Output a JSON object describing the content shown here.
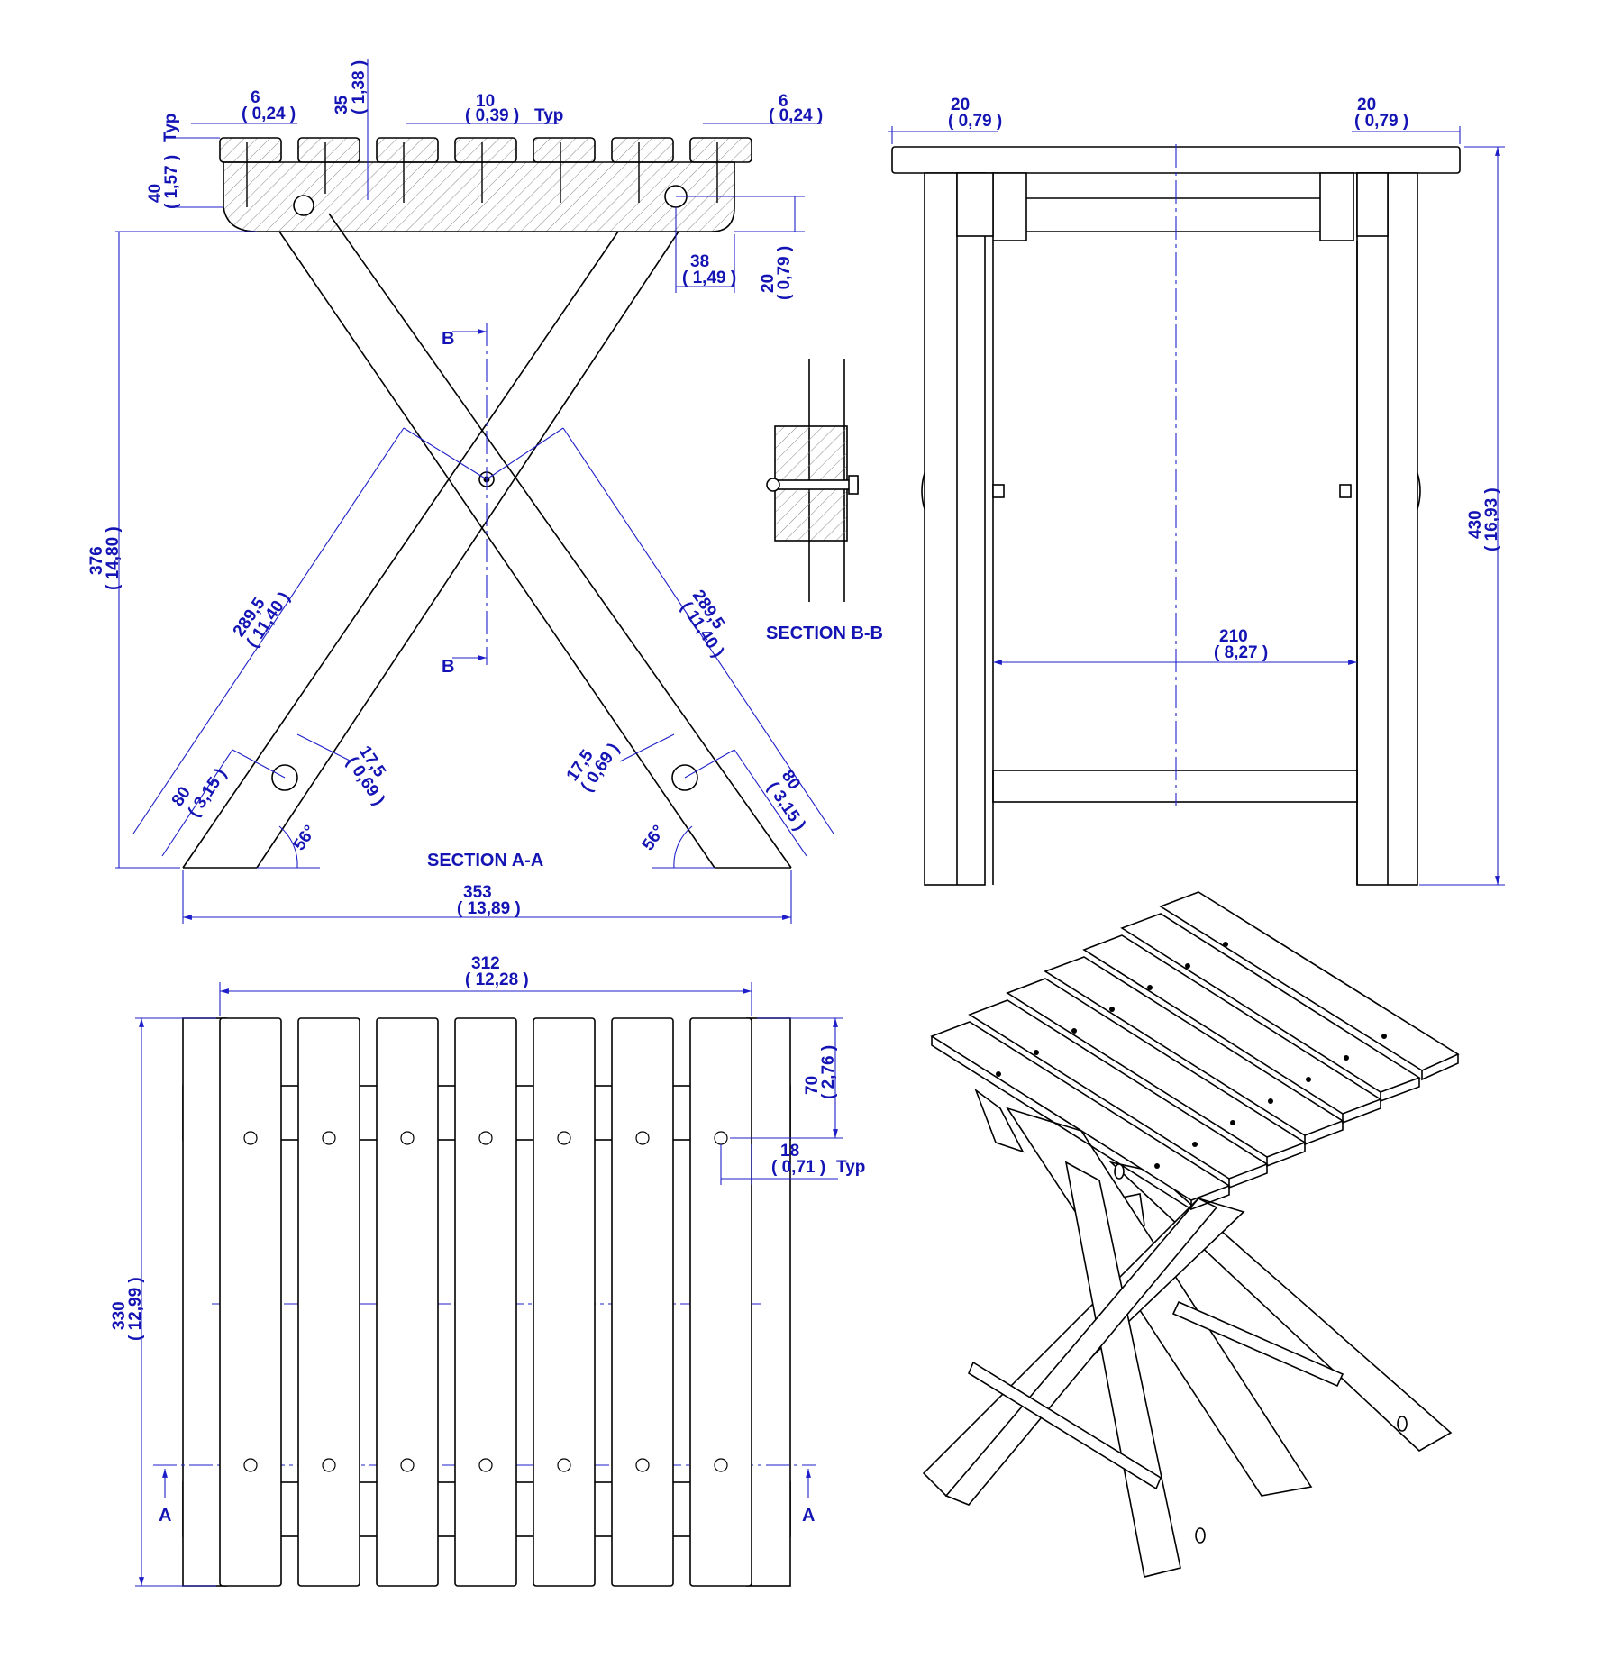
{
  "views": {
    "section_aa": {
      "title": "SECTION A-A",
      "dims": {
        "typ_top": "Typ",
        "slat_w_mm": "6",
        "slat_w_in": "0,24",
        "slat_w2_mm": "6",
        "slat_w2_in": "0,24",
        "h35_mm": "35",
        "h35_in": "1,38",
        "gap_mm": "10",
        "gap_in": "0,39",
        "gap_typ": "Typ",
        "h40_mm": "40",
        "h40_in": "1,57",
        "d38_mm": "38",
        "d38_in": "1,49",
        "d20_mm": "20",
        "d20_in": "0,79",
        "h376_mm": "376",
        "h376_in": "14,80",
        "leg_l_mm": "289,5",
        "leg_l_in": "11,40",
        "leg_r_mm": "289,5",
        "leg_r_in": "11,40",
        "foot_l_mm": "80",
        "foot_l_in": "3,15",
        "foot_r_mm": "80",
        "foot_r_in": "3,15",
        "hole_l_mm": "17,5",
        "hole_l_in": "0,69",
        "hole_r_mm": "17,5",
        "hole_r_in": "0,69",
        "angle_l": "56°",
        "angle_r": "56°",
        "width_mm": "353",
        "width_in": "13,89",
        "cut_b_top": "B",
        "cut_b_bottom": "B"
      }
    },
    "section_bb": {
      "title": "SECTION B-B"
    },
    "front_view": {
      "dims": {
        "over_l_mm": "20",
        "over_l_in": "0,79",
        "over_r_mm": "20",
        "over_r_in": "0,79",
        "inner_mm": "210",
        "inner_in": "8,27",
        "height_mm": "430",
        "height_in": "16,93"
      }
    },
    "top_view": {
      "dims": {
        "width_mm": "312",
        "width_in": "12,28",
        "depth_mm": "330",
        "depth_in": "12,99",
        "rail_mm": "70",
        "rail_in": "2,76",
        "screw_mm": "18",
        "screw_in": "0,71",
        "screw_typ": "Typ",
        "cut_a_left": "A",
        "cut_a_right": "A"
      }
    },
    "isometric": {}
  },
  "colors": {
    "dimension": "#1414b4",
    "outline": "#000000"
  }
}
